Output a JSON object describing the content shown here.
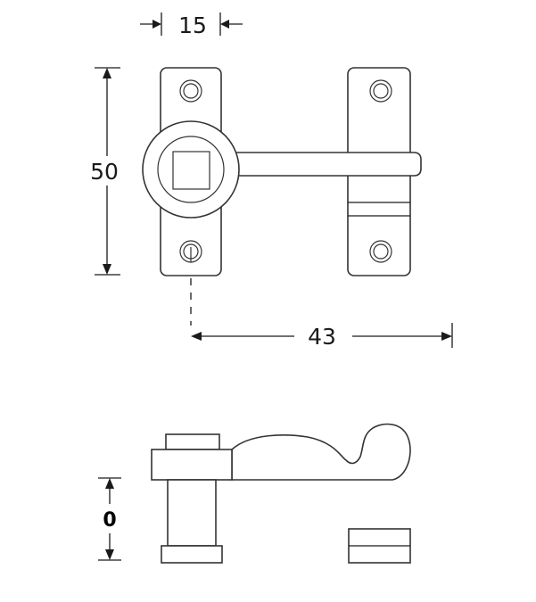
{
  "diagram": {
    "type": "technical-drawing",
    "subject": "window latch / cabin hook",
    "views": {
      "front": {
        "dimensions": {
          "plate_width": "15",
          "plate_height": "50",
          "centre_distance": "43"
        }
      },
      "side": {
        "dimensions": {
          "height": "0"
        }
      }
    },
    "colors": {
      "line": "#333333",
      "background": "#ffffff"
    }
  }
}
